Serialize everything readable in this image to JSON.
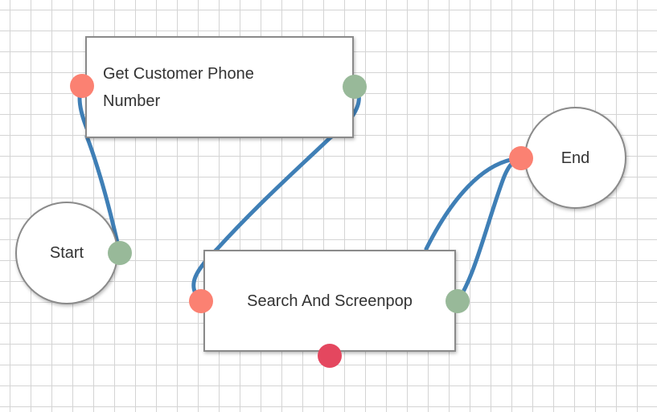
{
  "colors": {
    "wire": "#3f7fb6",
    "input_port": "#fb8172",
    "output_port": "#98b999",
    "error_port": "#e4475f",
    "grid_line": "#d4d4d4",
    "node_border": "#8a8a8a"
  },
  "nodes": {
    "start": {
      "label": "Start",
      "shape": "circle"
    },
    "get_phone": {
      "label": "Get Customer Phone Number",
      "shape": "rectangle"
    },
    "search": {
      "label": "Search And Screenpop",
      "shape": "rectangle"
    },
    "end": {
      "label": "End",
      "shape": "circle"
    }
  },
  "connections": [
    {
      "from": "start",
      "to": "get_phone"
    },
    {
      "from": "get_phone",
      "to": "search"
    },
    {
      "from": "search",
      "to": "end"
    }
  ]
}
